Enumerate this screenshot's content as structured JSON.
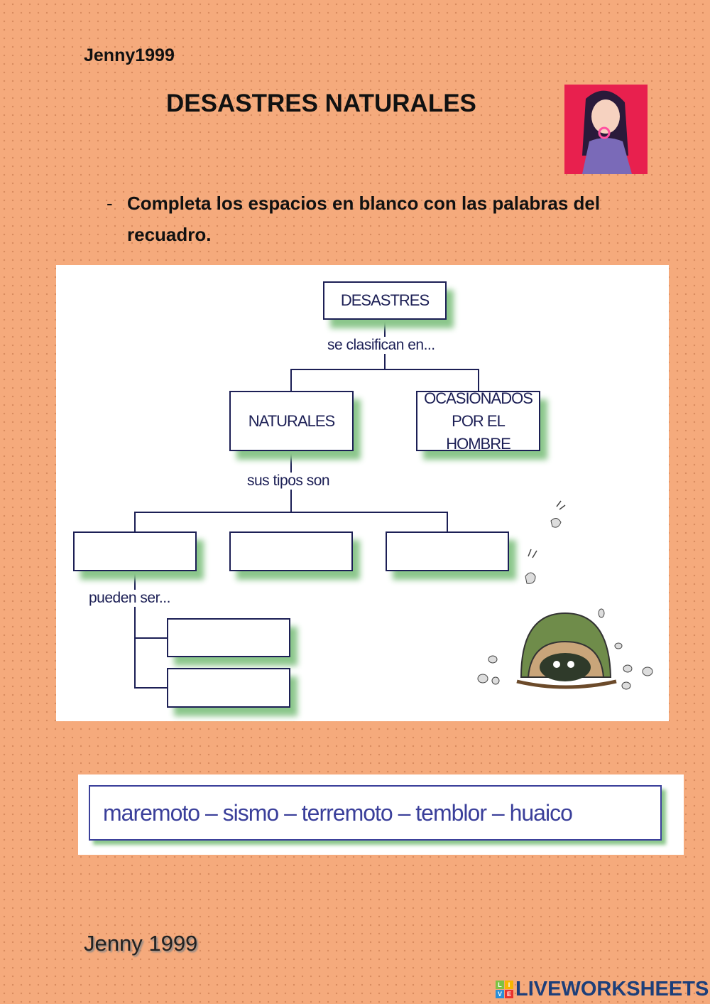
{
  "header": {
    "author": "Jenny1999",
    "title": "DESASTRES NATURALES"
  },
  "instruction": {
    "bullet": "-",
    "text": "Completa los espacios en blanco con las palabras del recuadro."
  },
  "diagram": {
    "root": "DESASTRES",
    "connector1": "se clasifican en...",
    "natural": "NATURALES",
    "human": "OCASIONADOS POR EL HOMBRE",
    "connector2": "sus tipos son",
    "connector3": "pueden ser...",
    "blanks": [
      "",
      "",
      "",
      "",
      ""
    ]
  },
  "word_bank": {
    "text": "maremoto – sismo – terremoto – temblor – huaico"
  },
  "footer": {
    "author": "Jenny 1999",
    "logo": "LIVEWORKSHEETS",
    "logo_badge": "LIVE"
  },
  "colors": {
    "background": "#f5aa7c",
    "diagram_ink": "#1c1f55",
    "shadow": "#8cc78c",
    "logo": "#1d3f7a"
  }
}
